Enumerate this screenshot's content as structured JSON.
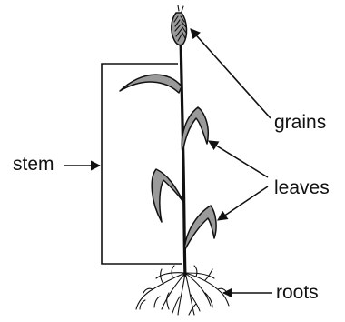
{
  "labels": {
    "stem": "stem",
    "grains": "grains",
    "leaves": "leaves",
    "roots": "roots"
  },
  "colors": {
    "leaf_fill": "#9a9a9a",
    "line": "#111111",
    "background": "#ffffff"
  }
}
